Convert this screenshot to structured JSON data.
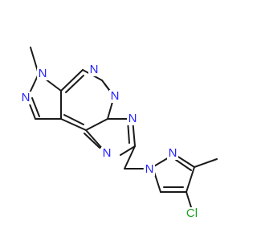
{
  "molecule": {
    "atoms": {
      "n_methyl": "N",
      "n_pyrazole_a": "N",
      "n_pyrimidine": "N",
      "n_bridge_top": "N",
      "n_triazole_right": "N",
      "n_triazole_bottom": "N",
      "n_pyrazole2_ring": "N",
      "n_pyrazole2_top": "N",
      "cl_substituent": "Cl"
    },
    "colors": {
      "bond": "#1a1a1a",
      "nitrogen": "#2424ff",
      "chlorine": "#1ea01e",
      "background": "#ffffff"
    }
  }
}
